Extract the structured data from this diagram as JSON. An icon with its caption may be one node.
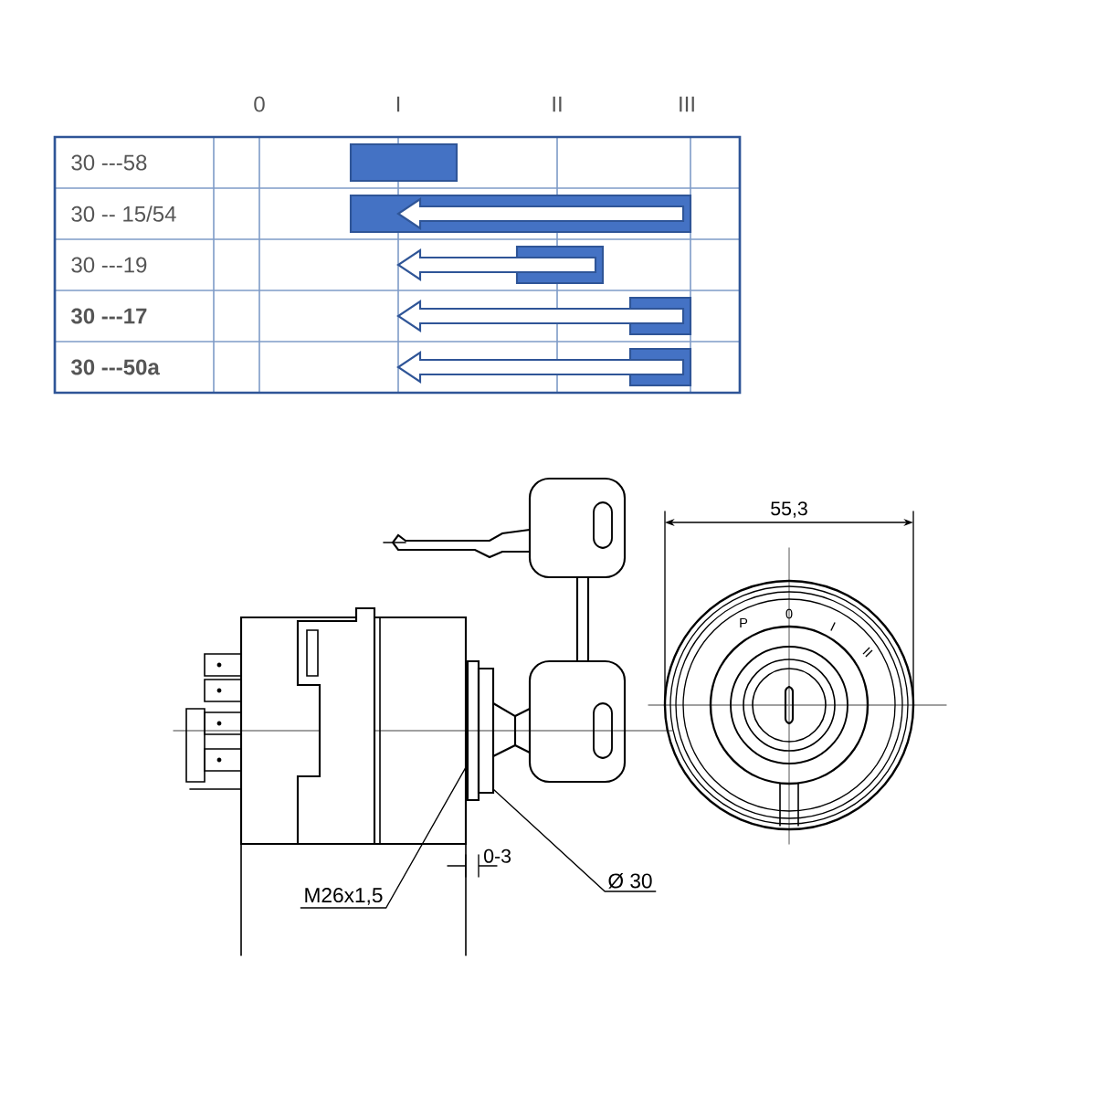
{
  "diagram": {
    "nodes": [
      {
        "text": [
          "M26x1,5"
        ]
      },
      {
        "text": [
          "Ø 30"
        ]
      }
    ],
    "edges": [
      {
        "from": 0,
        "to": null,
        "arrow": "none"
      },
      {
        "from": 1,
        "to": null,
        "arrow": "none"
      }
    ],
    "labels": [
      "0",
      "I",
      "II",
      "III",
      "30 ---58",
      "30 -- 15/54",
      "30 ---19",
      "30 ---17",
      "30 ---50a",
      "55,3",
      "P",
      "0",
      "I",
      "II",
      "0-3"
    ]
  }
}
